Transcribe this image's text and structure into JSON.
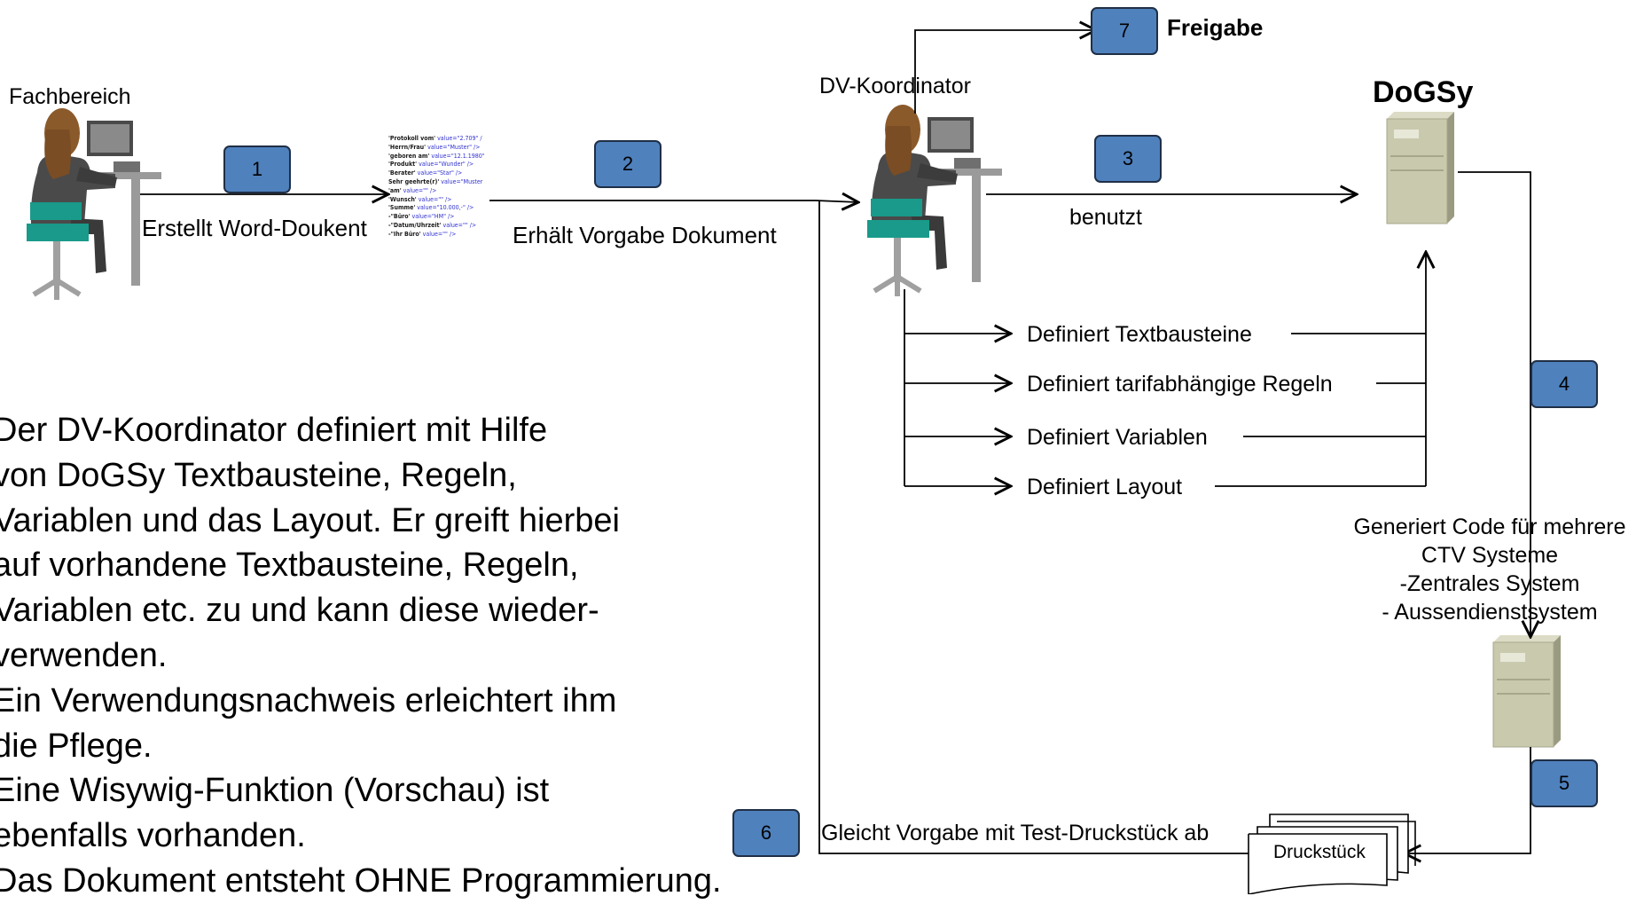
{
  "actors": {
    "fachbereich": "Fachbereich",
    "dv_koordinator": "DV-Koordinator",
    "dogsy": "DoGSy"
  },
  "steps": [
    {
      "number": "1",
      "label": "Erstellt Word-Doukent"
    },
    {
      "number": "2",
      "label": "Erhält Vorgabe Dokument"
    },
    {
      "number": "3",
      "label": "benutzt"
    },
    {
      "number": "4",
      "label": ""
    },
    {
      "number": "5",
      "label": ""
    },
    {
      "number": "6",
      "label": "Gleicht Vorgabe mit Test-Druckstück ab"
    },
    {
      "number": "7",
      "label": "Freigabe"
    }
  ],
  "definitions": [
    "Definiert Textbausteine",
    "Definiert tarifabhängige Regeln",
    "Definiert Variablen",
    "Definiert Layout"
  ],
  "generated_code": [
    "Generiert Code für mehrere",
    "CTV Systeme",
    "-Zentrales System",
    "- Aussendienstsystem"
  ],
  "druckstueck": "Druckstück",
  "xml_snippet": [
    {
      "key": "'Protokoll vom'",
      "val": " value=\"2.709\" /"
    },
    {
      "key": "'Herrn/Frau'",
      "val": " value=\"Muster\" />"
    },
    {
      "key": "'geboren am'",
      "val": " value=\"12.1.1980\""
    },
    {
      "key": "'Produkt'",
      "val": " value=\"Wunder\" />"
    },
    {
      "key": "'Berater'",
      "val": " value=\"Star\" />"
    },
    {
      "key": "Sehr geehrte(r)'",
      "val": " value=\"Muster"
    },
    {
      "key": "'am'",
      "val": " value=\"\" />"
    },
    {
      "key": "'Wunsch'",
      "val": " value=\"\" />"
    },
    {
      "key": "'Summe'",
      "val": " value=\"10.000,-\" />"
    },
    {
      "key": "-\"Büro'",
      "val": " value=\"HM\" />"
    },
    {
      "key": "-\"Datum/Uhrzeit'",
      "val": " value=\"\" />"
    },
    {
      "key": "-\"Ihr Büro'",
      "val": " value=\"\" />"
    }
  ],
  "description": [
    "Der DV-Koordinator definiert mit Hilfe",
    "von DoGSy Textbausteine, Regeln,",
    "Variablen und das Layout. Er greift hierbei",
    "auf vorhandene Textbausteine, Regeln,",
    "Variablen etc. zu und kann diese wieder-",
    "verwenden.",
    "Ein Verwendungsnachweis erleichtert ihm",
    "die Pflege.",
    "Eine Wisywig-Funktion (Vorschau) ist",
    "ebenfalls vorhanden.",
    "Das Dokument entsteht OHNE Programmierung."
  ],
  "colors": {
    "badge_fill": "#4f81bd",
    "server_fill": "#c9c9ae",
    "person_hair": "#8b5a2b",
    "person_shirt": "#1a9a8a"
  }
}
